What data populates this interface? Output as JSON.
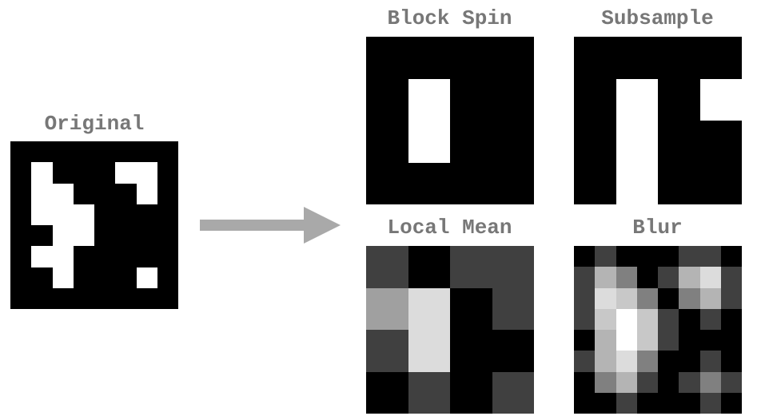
{
  "colors": {
    "label": "#777777",
    "arrow": "#a9a9a9"
  },
  "panels": {
    "original": {
      "label": "Original",
      "grid": [
        [
          0,
          0,
          0,
          0,
          0,
          0,
          0,
          0
        ],
        [
          0,
          255,
          0,
          0,
          0,
          255,
          255,
          0
        ],
        [
          0,
          255,
          255,
          0,
          0,
          0,
          255,
          0
        ],
        [
          0,
          255,
          255,
          255,
          0,
          0,
          0,
          0
        ],
        [
          0,
          0,
          255,
          255,
          0,
          0,
          0,
          0
        ],
        [
          0,
          255,
          255,
          0,
          0,
          0,
          0,
          0
        ],
        [
          0,
          0,
          255,
          0,
          0,
          0,
          255,
          0
        ],
        [
          0,
          0,
          0,
          0,
          0,
          0,
          0,
          0
        ]
      ]
    },
    "block_spin": {
      "label": "Block Spin",
      "grid": [
        [
          0,
          0,
          0,
          0
        ],
        [
          0,
          255,
          0,
          0
        ],
        [
          0,
          255,
          0,
          0
        ],
        [
          0,
          0,
          0,
          0
        ]
      ]
    },
    "subsample": {
      "label": "Subsample",
      "grid": [
        [
          0,
          0,
          0,
          0
        ],
        [
          0,
          255,
          0,
          255
        ],
        [
          0,
          255,
          0,
          0
        ],
        [
          0,
          255,
          0,
          0
        ]
      ]
    },
    "local_mean": {
      "label": "Local Mean",
      "grid": [
        [
          64,
          0,
          64,
          64
        ],
        [
          160,
          220,
          0,
          64
        ],
        [
          64,
          220,
          0,
          0
        ],
        [
          0,
          64,
          0,
          64
        ]
      ]
    },
    "blur": {
      "label": "Blur",
      "grid": [
        [
          0,
          64,
          0,
          0,
          0,
          64,
          64,
          0
        ],
        [
          64,
          180,
          128,
          0,
          64,
          180,
          220,
          64
        ],
        [
          64,
          220,
          200,
          128,
          0,
          128,
          180,
          64
        ],
        [
          64,
          200,
          255,
          200,
          64,
          0,
          64,
          0
        ],
        [
          0,
          180,
          255,
          200,
          64,
          0,
          0,
          0
        ],
        [
          64,
          180,
          220,
          128,
          0,
          0,
          64,
          0
        ],
        [
          0,
          128,
          180,
          64,
          0,
          64,
          128,
          64
        ],
        [
          0,
          0,
          64,
          0,
          0,
          0,
          64,
          0
        ]
      ]
    }
  }
}
